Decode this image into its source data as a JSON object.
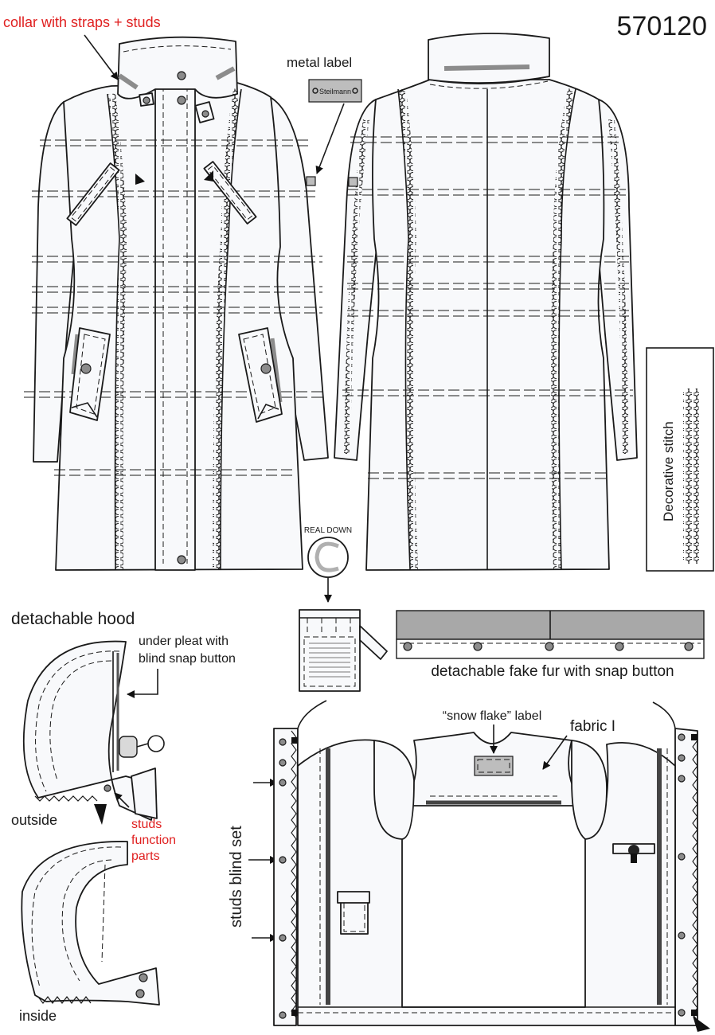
{
  "style_number": "570120",
  "labels": {
    "collar": "collar with straps + studs",
    "metal_label": "metal label",
    "metal_label_brand": "Steilmann",
    "real_down": "REAL DOWN",
    "decorative_stitch": "Decorative stitch",
    "detachable_hood": "detachable hood",
    "under_pleat": "under pleat with",
    "blind_snap": "blind snap button",
    "outside": "outside",
    "inside": "inside",
    "studs_function_1": "studs",
    "studs_function_2": "function",
    "studs_function_3": "parts",
    "fake_fur": "detachable fake fur with snap button",
    "snow_flake": "“snow flake” label",
    "fabric": "fabric I",
    "studs_blind_set": "studs blind set"
  },
  "colors": {
    "annotation_red": "#e02020",
    "garment_fill": "#f8f9fb",
    "trim_grey": "#8c8c8c",
    "outline": "#1a1a1a"
  }
}
